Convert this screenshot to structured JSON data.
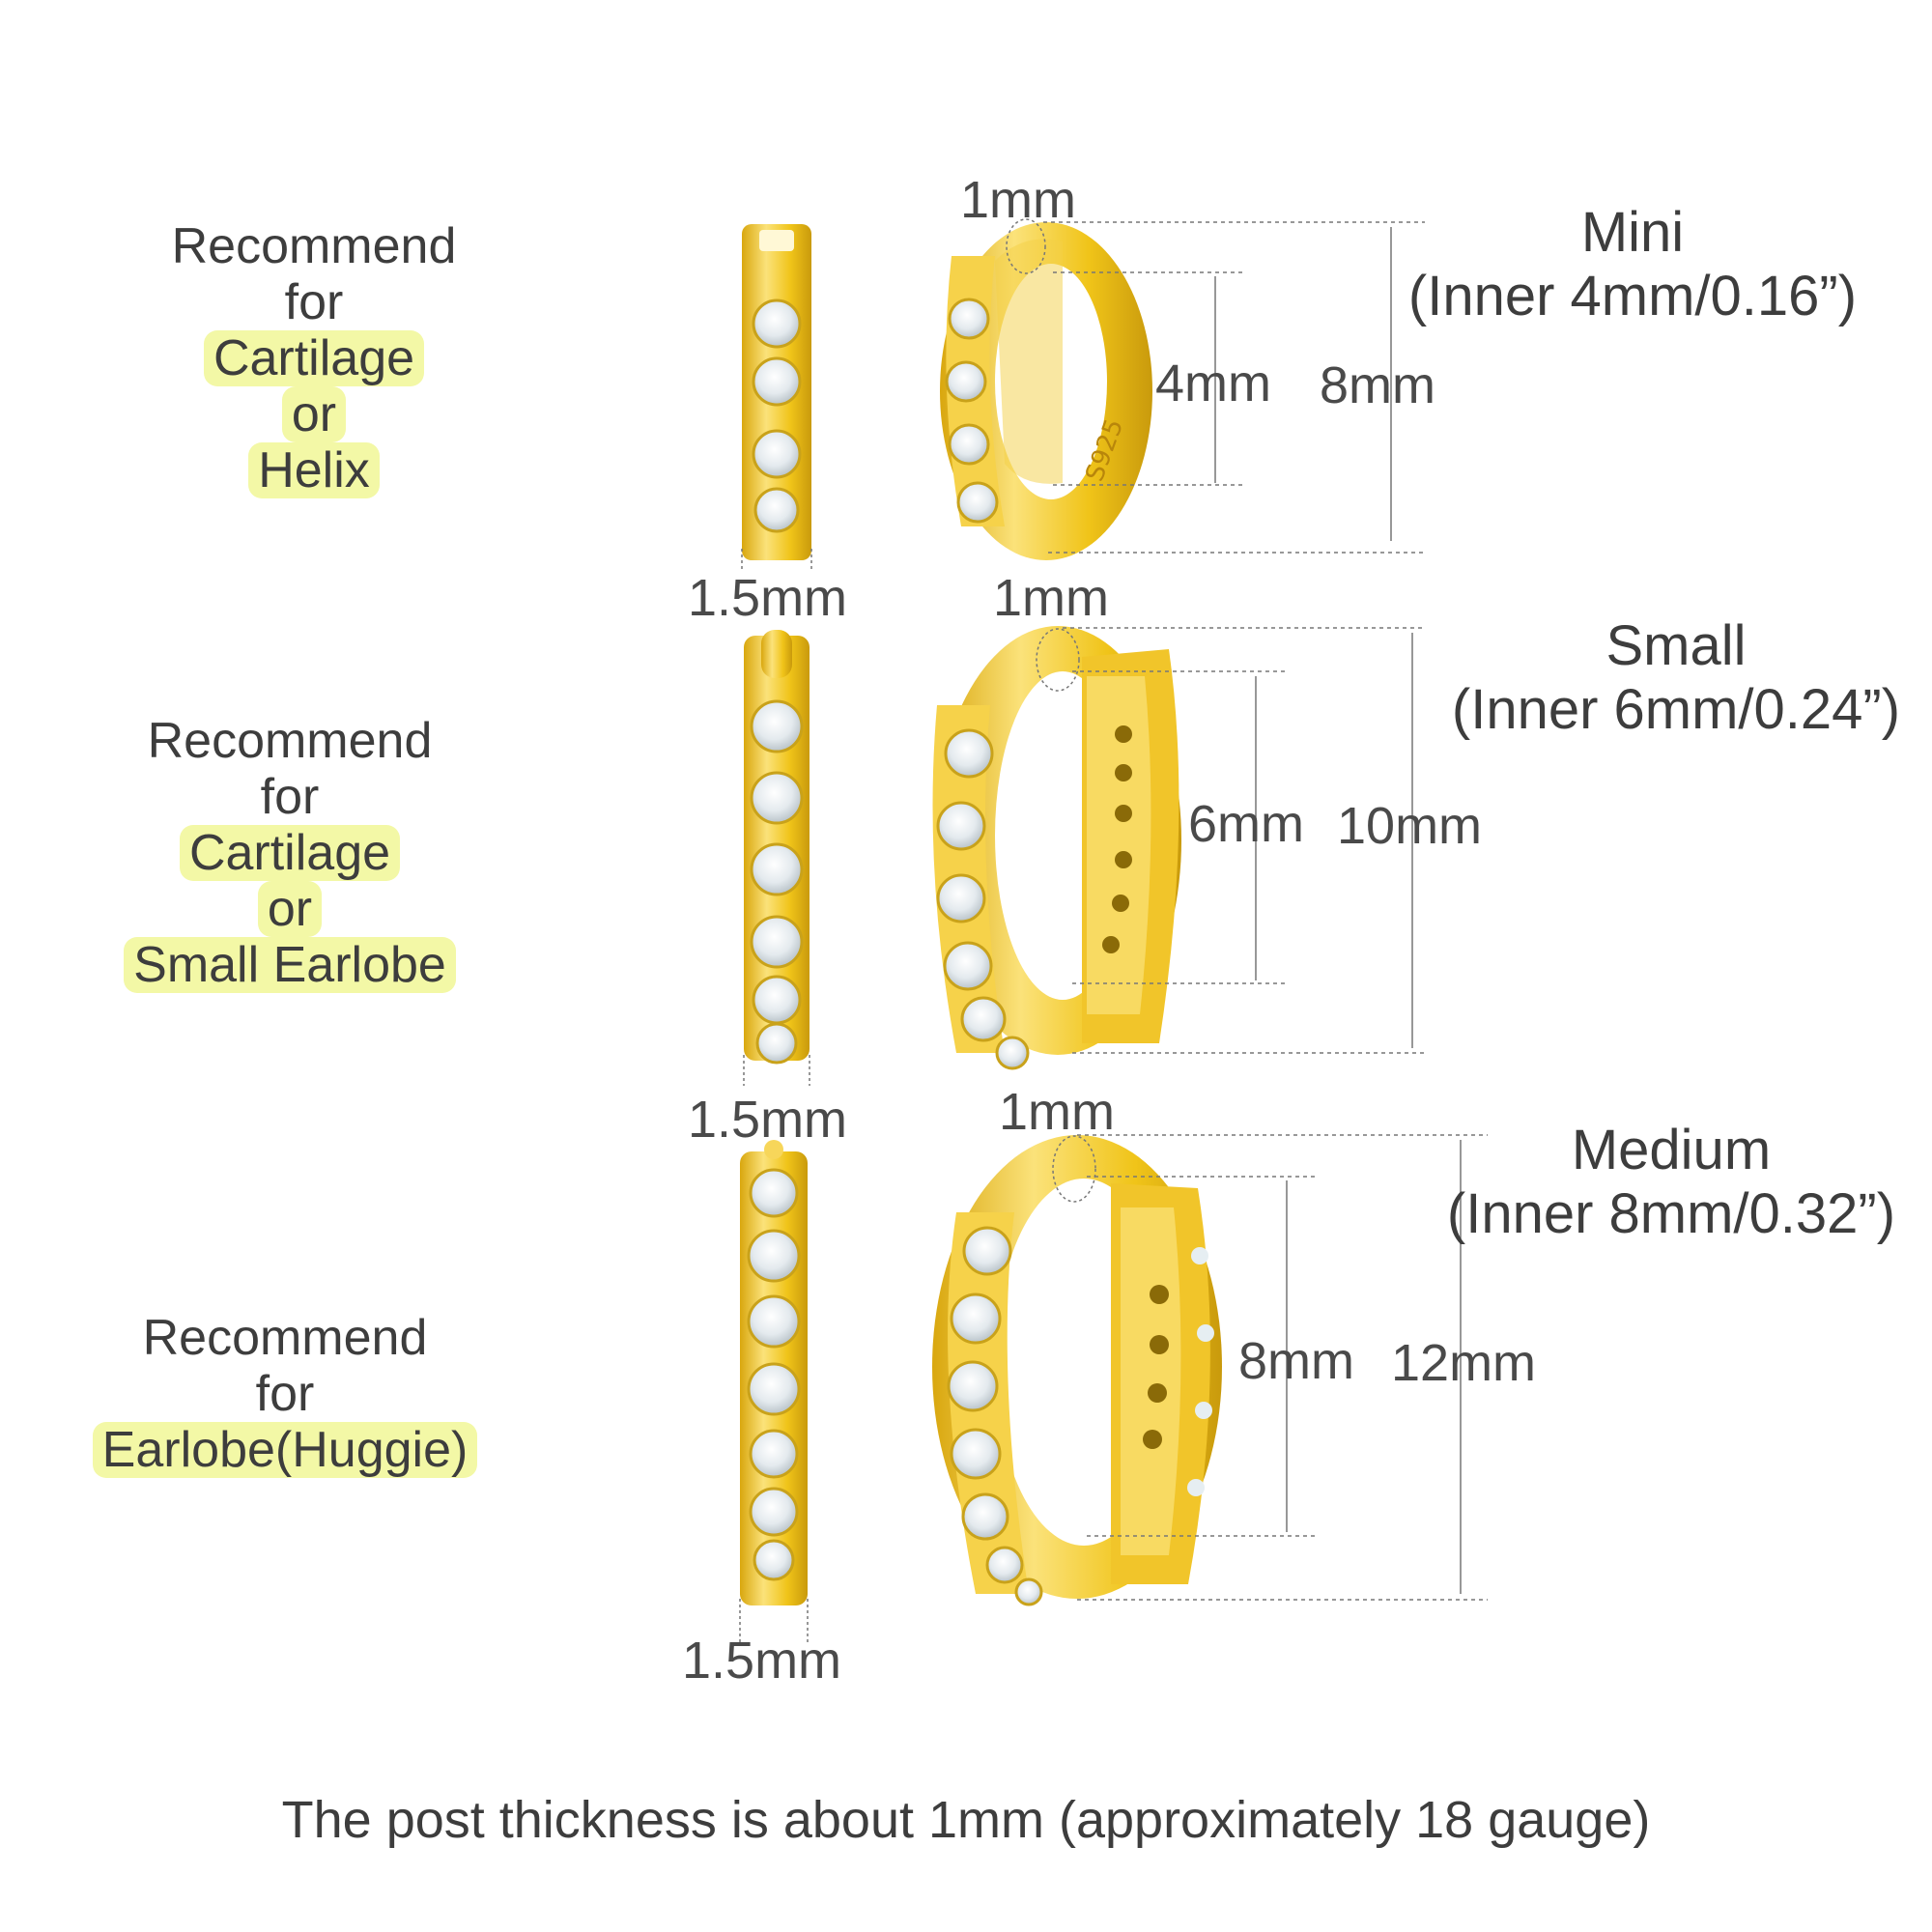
{
  "sizes": [
    {
      "name": "Mini",
      "inner": "(Inner 4mm/0.16”)",
      "recommend": [
        "Recommend",
        "for"
      ],
      "ear_lines": [
        "Cartilage",
        "or",
        "Helix"
      ],
      "width_label": "1.5mm",
      "wire_label": "1mm",
      "inner_label": "4mm",
      "outer_label": "8mm"
    },
    {
      "name": "Small",
      "inner": "(Inner 6mm/0.24”)",
      "recommend": [
        "Recommend",
        "for"
      ],
      "ear_lines": [
        "Cartilage",
        "or",
        "Small Earlobe"
      ],
      "width_label": "1.5mm",
      "wire_label": "1mm",
      "inner_label": "6mm",
      "outer_label": "10mm"
    },
    {
      "name": "Medium",
      "inner": "(Inner 8mm/0.32”)",
      "recommend": [
        "Recommend",
        "for"
      ],
      "ear_lines": [
        "Earlobe(Huggie)"
      ],
      "width_label": "1.5mm",
      "wire_label": "1mm",
      "inner_label": "8mm",
      "outer_label": "12mm"
    }
  ],
  "stamp": "S925",
  "footer": "The post thickness is about 1mm (approximately 18 gauge)",
  "colors": {
    "gold": "#f0c419",
    "gold_dark": "#c99a0c",
    "gold_light": "#fbe27a",
    "highlight": "#f3f8a6",
    "stone": "#dfe6ea"
  }
}
